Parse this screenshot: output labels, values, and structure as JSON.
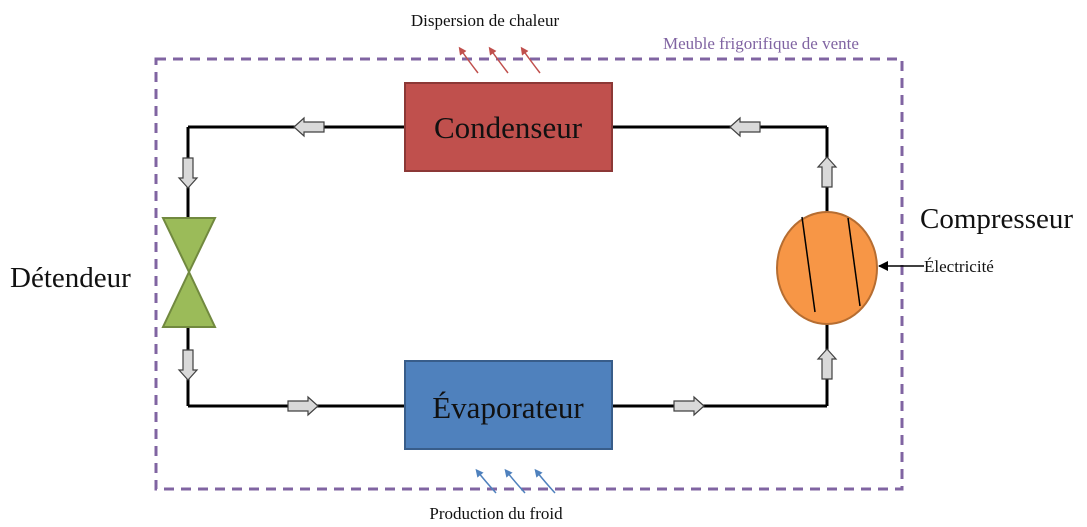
{
  "labels": {
    "heat_dispersion": "Dispersion de chaleur",
    "cabinet": "Meuble frigorifique de vente",
    "condenser": "Condenseur",
    "evaporator": "Évaporateur",
    "expansion_valve": "Détendeur",
    "compressor": "Compresseur",
    "electricity": "Électricité",
    "cold_production": "Production du froid"
  },
  "colors": {
    "cabinet_border": "#8064a2",
    "cabinet_label": "#8064a2",
    "condenser_fill": "#c0504d",
    "condenser_border": "#8c3836",
    "evaporator_fill": "#4f81bd",
    "evaporator_border": "#385d8a",
    "valve_fill": "#9bbb59",
    "valve_border": "#71893f",
    "compressor_fill": "#f79646",
    "compressor_border": "#b66d31",
    "heat_arrows": "#c0504d",
    "cold_arrows": "#4f81bd",
    "flow_arrow_fill": "#d9d9d9",
    "pipe": "#000000"
  }
}
